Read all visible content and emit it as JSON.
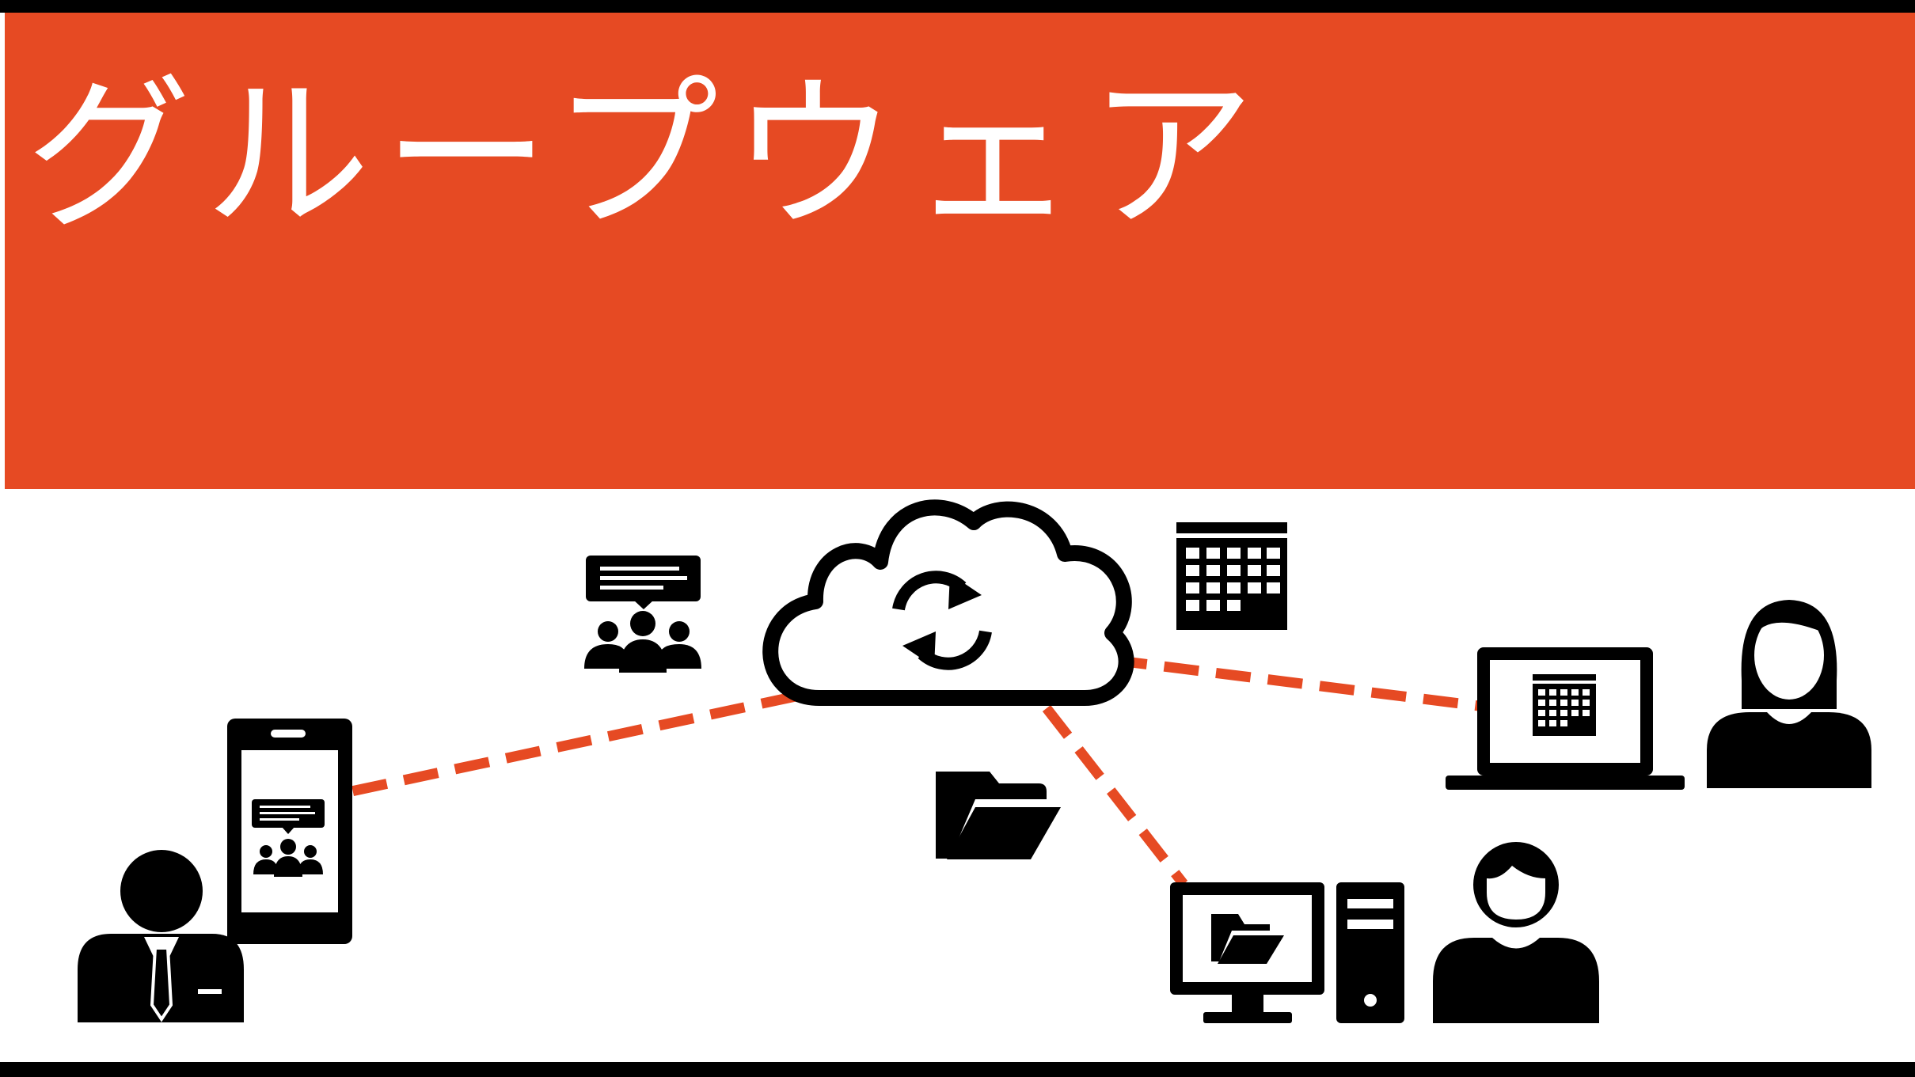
{
  "title": "グループウェア",
  "colors": {
    "accent": "#E64A23",
    "ink": "#000000",
    "background": "#FFFFFF"
  },
  "nodes": {
    "cloud": {
      "icon": "cloud-sync-icon"
    },
    "meeting": {
      "icon": "team-chat-icon"
    },
    "calendar": {
      "icon": "calendar-icon"
    },
    "folder": {
      "icon": "folder-icon"
    },
    "smartphone": {
      "icon": "smartphone-chat-icon"
    },
    "laptop": {
      "icon": "laptop-calendar-icon"
    },
    "desktop": {
      "icon": "desktop-folder-icon"
    },
    "businessman": {
      "icon": "businessman-icon"
    },
    "woman": {
      "icon": "woman-user-icon"
    },
    "man": {
      "icon": "man-user-icon"
    }
  },
  "connections": [
    {
      "from": "cloud",
      "to": "smartphone"
    },
    {
      "from": "cloud",
      "to": "laptop"
    },
    {
      "from": "cloud",
      "to": "desktop"
    }
  ]
}
